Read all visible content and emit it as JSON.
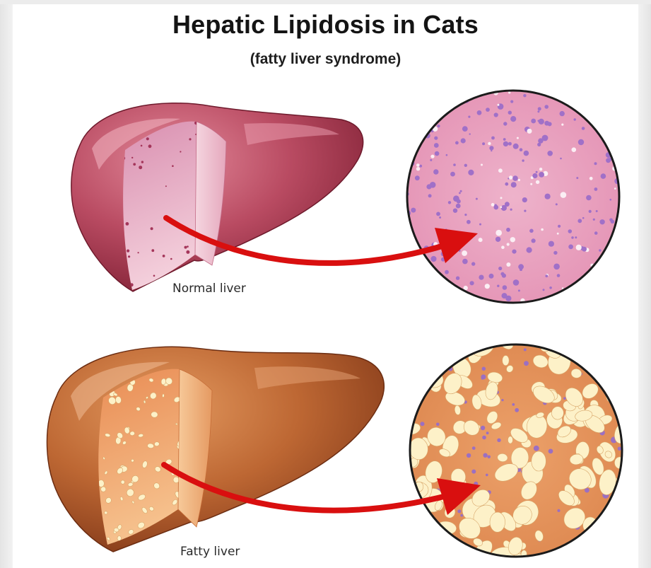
{
  "header": {
    "title": "Hepatic Lipidosis in Cats",
    "subtitle": "(fatty liver syndrome)"
  },
  "panels": {
    "normal": {
      "caption": "Normal liver",
      "colors": {
        "liver_light": "#c85a6e",
        "liver_dark": "#8a2338",
        "cut_surface": "#eab3c7",
        "tissue_bg": "#ecadc7",
        "cell_dot": "#a070c8",
        "arrow": "#d90f0f"
      }
    },
    "fatty": {
      "caption": "Fatty liver",
      "colors": {
        "liver_light": "#c8703e",
        "liver_dark": "#8b3f1b",
        "cut_surface": "#efa26a",
        "tissue_bg": "#e79a64",
        "fat_droplet": "#fdf1c8",
        "cell_dot": "#9b6fc2",
        "arrow": "#d90f0f"
      }
    }
  }
}
